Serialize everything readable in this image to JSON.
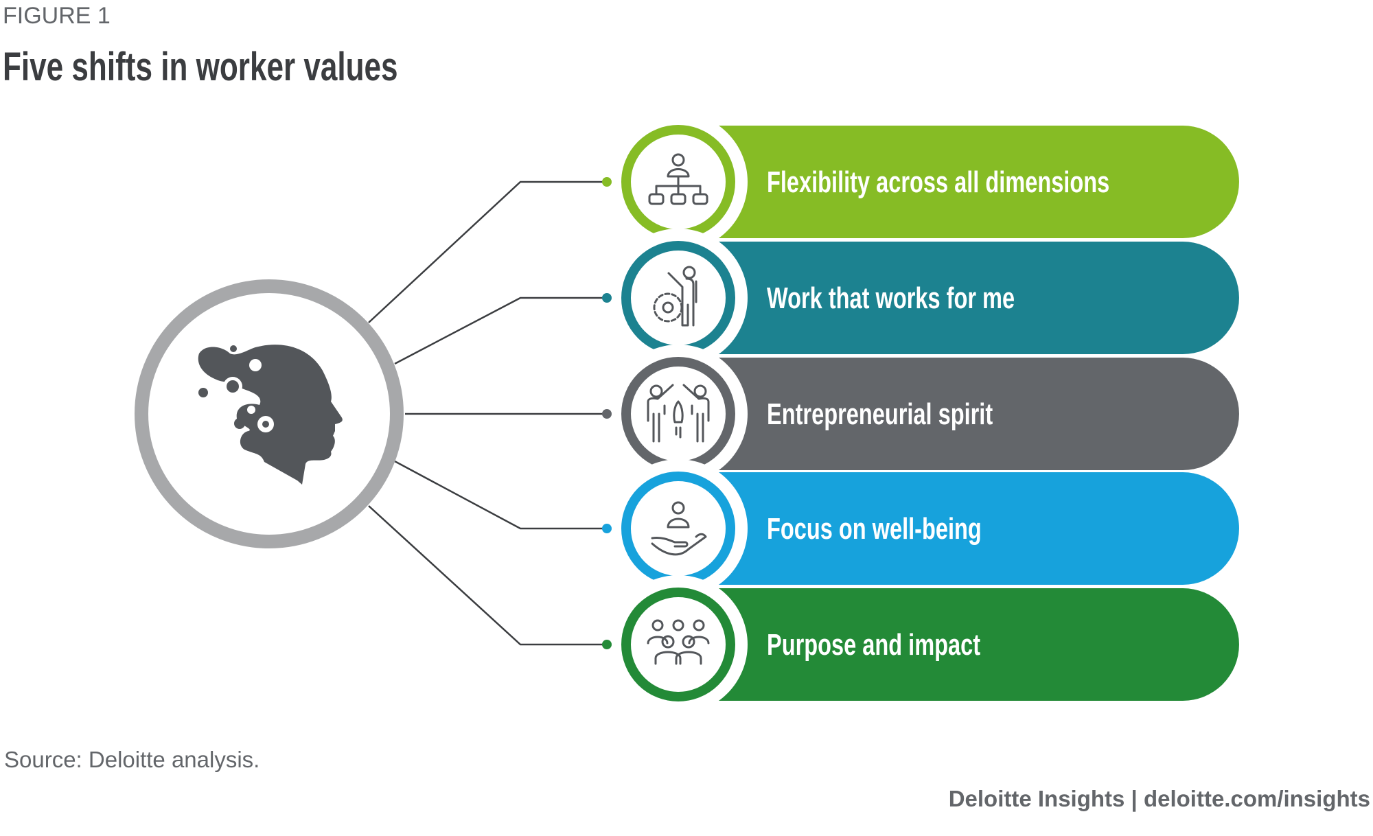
{
  "figure_label": "FIGURE 1",
  "title": "Five shifts in worker values",
  "center": {
    "icon": "head-with-molecules-icon"
  },
  "shifts": [
    {
      "label": "Flexibility across all dimensions",
      "color": "#86BC25",
      "icon": "org-chart-icon"
    },
    {
      "label": "Work that works for me",
      "color": "#1C8290",
      "icon": "person-with-gear-icon"
    },
    {
      "label": "Entrepreneurial spirit",
      "color": "#63666A",
      "icon": "people-with-rocket-icon"
    },
    {
      "label": "Focus on well-being",
      "color": "#17A2DC",
      "icon": "person-in-hand-icon"
    },
    {
      "label": "Purpose and impact",
      "color": "#238A37",
      "icon": "group-icon"
    }
  ],
  "source": "Source: Deloitte analysis.",
  "footer": "Deloitte Insights | deloitte.com/insights"
}
